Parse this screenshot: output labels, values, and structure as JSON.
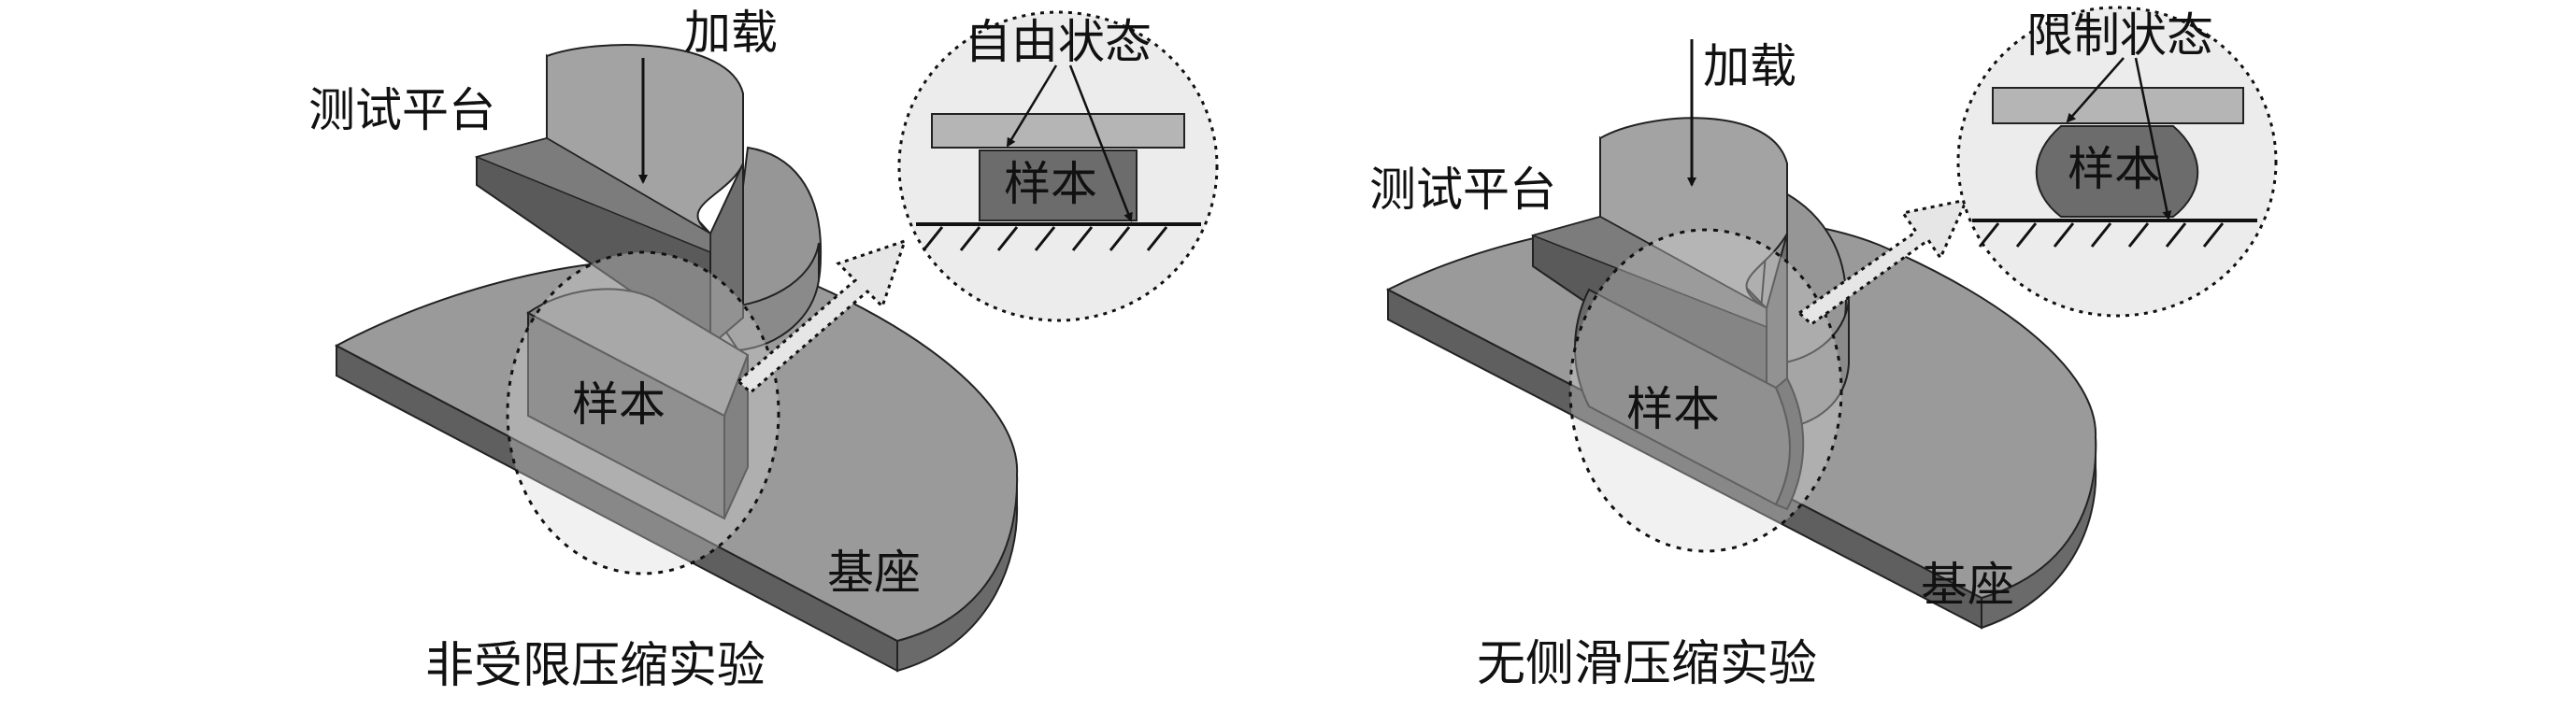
{
  "left_panel": {
    "label_loading": "加载",
    "label_platform": "测试平台",
    "label_state": "自由状态",
    "label_sample_inset": "样本",
    "label_sample": "样本",
    "label_base": "基座",
    "caption": "非受限压缩实验"
  },
  "right_panel": {
    "label_loading": "加载",
    "label_platform": "测试平台",
    "label_state": "限制状态",
    "label_sample_inset": "样本",
    "label_sample": "样本",
    "label_base": "基座",
    "caption": "无侧滑压缩实验"
  }
}
